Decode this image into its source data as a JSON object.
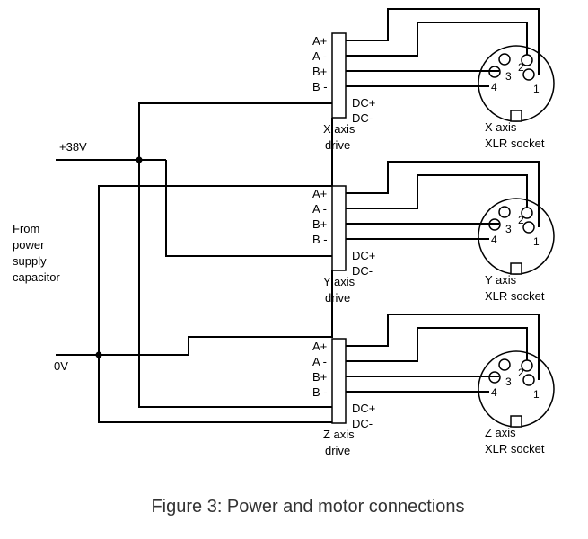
{
  "supply": {
    "plus_label": "+38V",
    "zero_label": "0V",
    "source_label": [
      "From",
      "power",
      "supply",
      "capacitor"
    ]
  },
  "drives": [
    {
      "id": "x",
      "drive_label": [
        "X axis",
        "drive"
      ],
      "socket_label": [
        "X axis",
        "XLR socket"
      ]
    },
    {
      "id": "y",
      "drive_label": [
        "Y axis",
        "drive"
      ],
      "socket_label": [
        "Y axis",
        "XLR socket"
      ]
    },
    {
      "id": "z",
      "drive_label": [
        "Z axis",
        "drive"
      ],
      "socket_label": [
        "Z axis",
        "XLR socket"
      ]
    }
  ],
  "terminals": [
    "A+",
    "A -",
    "B+",
    "B -"
  ],
  "power_terminals": [
    "DC+",
    "DC-"
  ],
  "socket_pins": [
    "1",
    "2",
    "3",
    "4"
  ],
  "caption": "Figure 3: Power and motor connections"
}
